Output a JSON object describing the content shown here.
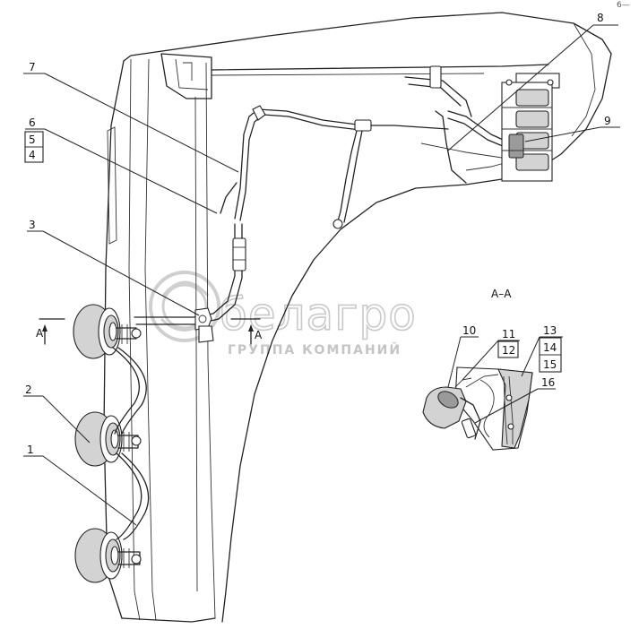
{
  "corner_mark": "6—",
  "watermark": {
    "brand": "белагро",
    "subtitle": "ГРУППА КОМПАНИЙ"
  },
  "section": {
    "title": "А–А",
    "marker_left": "А",
    "marker_right": "А"
  },
  "callouts": {
    "c1": "1",
    "c2": "2",
    "c3": "3",
    "c4": "4",
    "c5": "5",
    "c6": "6",
    "c7": "7",
    "c8": "8",
    "c9": "9",
    "c10": "10",
    "c11": "11",
    "c12": "12",
    "c13": "13",
    "c14": "14",
    "c15": "15",
    "c16": "16"
  }
}
